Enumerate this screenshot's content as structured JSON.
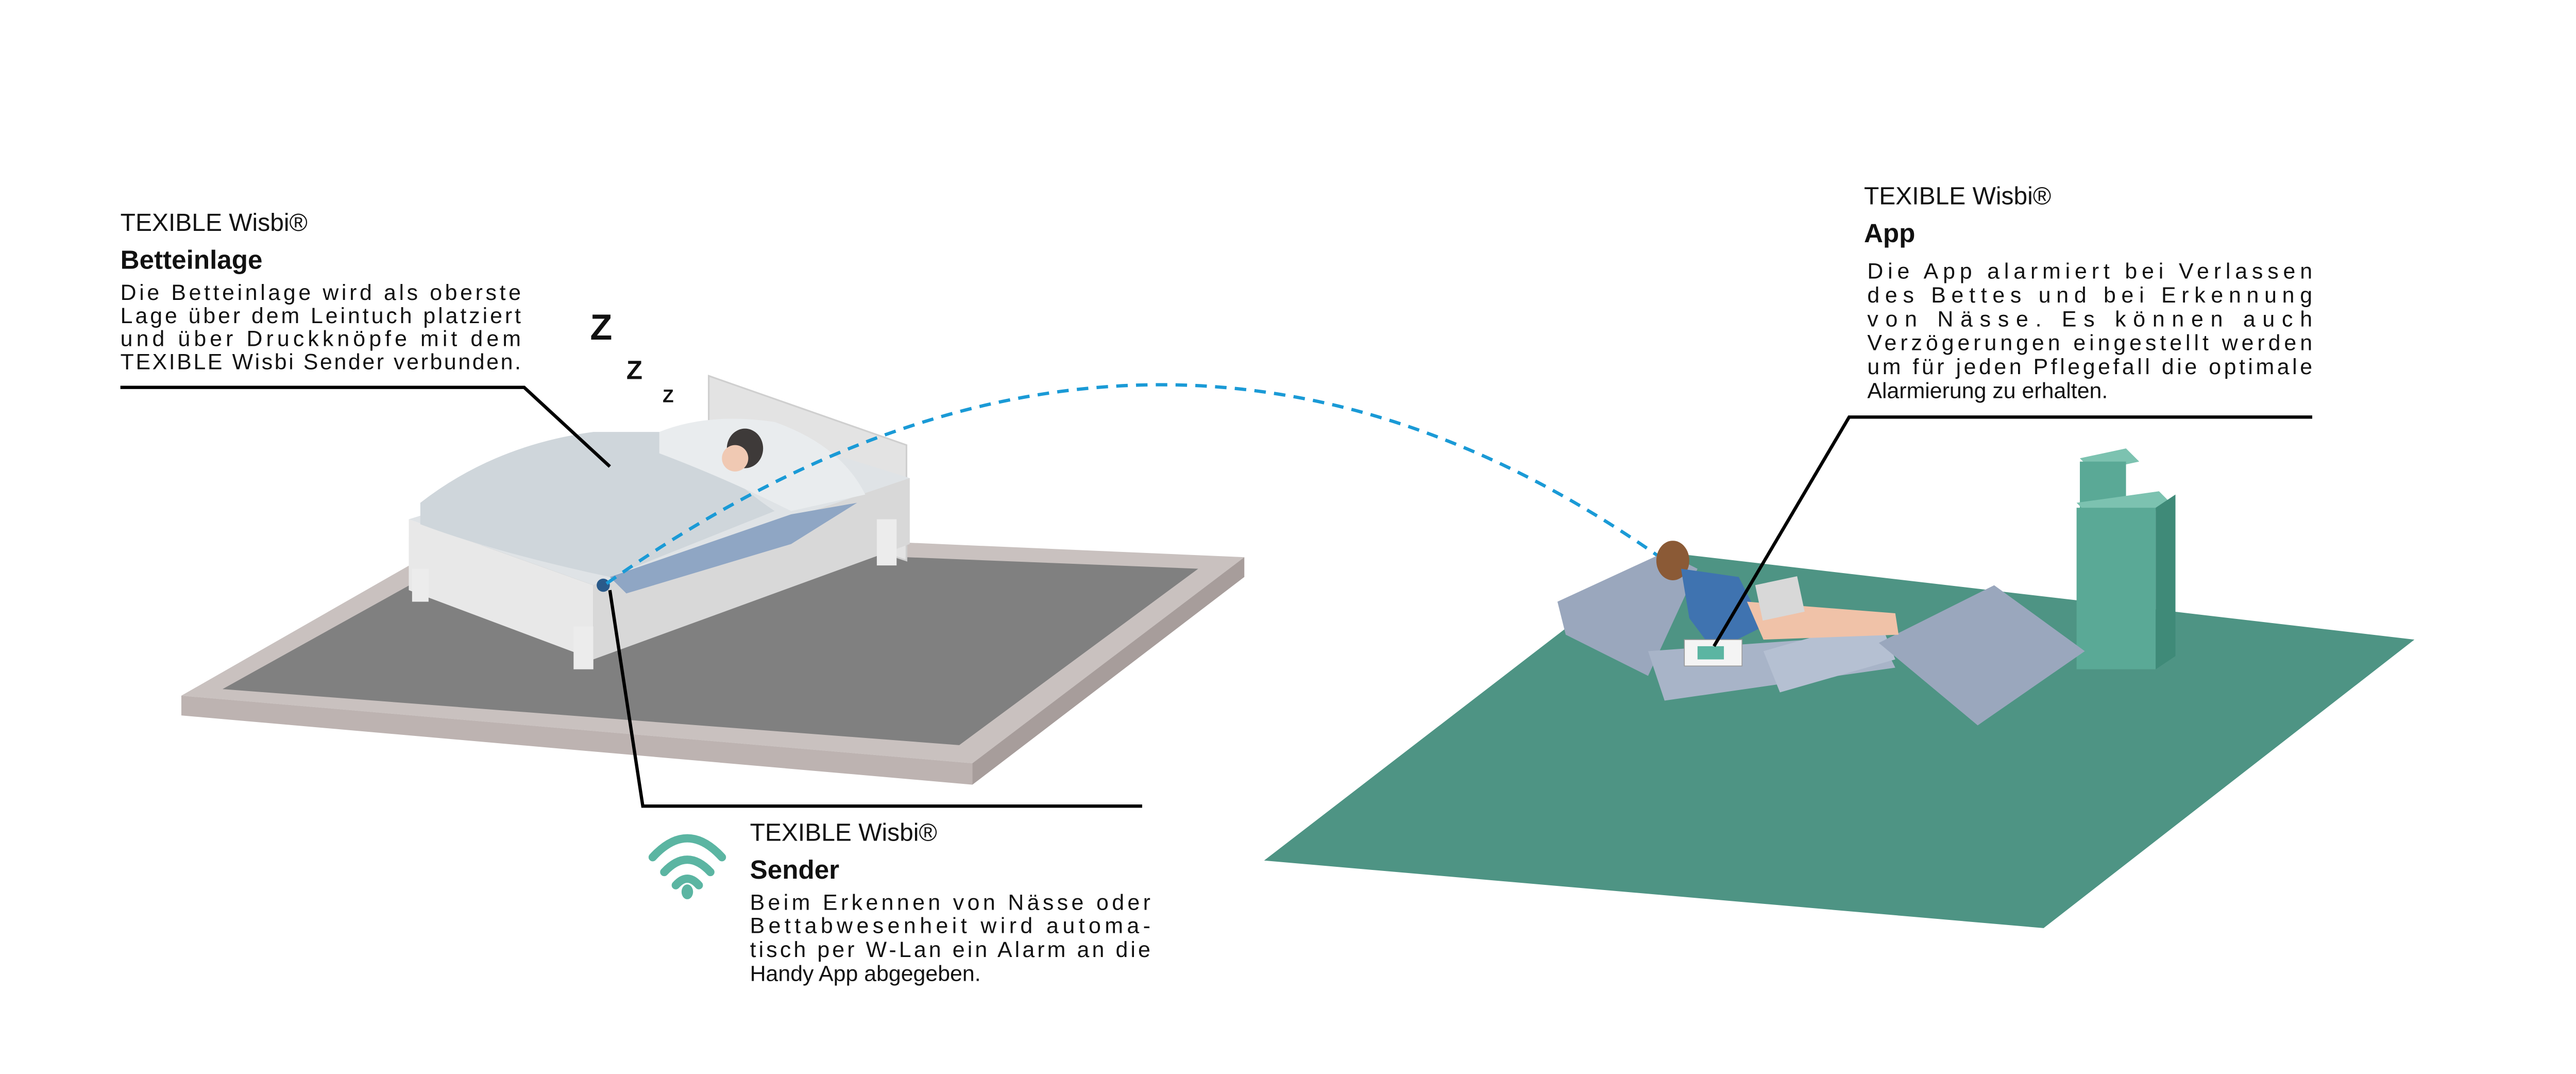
{
  "colors": {
    "accent_teal": "#5bb5a2",
    "floor_green": "#4e9484",
    "signal_blue": "#1a9ad6",
    "bed_floor": "#808080",
    "bed_floor_rim": "#c9c1bf"
  },
  "betteinlage": {
    "brand": "TEXIBLE Wisbi®",
    "title": "Betteinlage",
    "lines": [
      "Die Betteinlage wird als oberste",
      "Lage über dem Leintuch platziert",
      "und über Druckknöpfe mit dem",
      "TEXIBLE Wisbi Sender verbunden."
    ]
  },
  "app": {
    "brand": "TEXIBLE Wisbi®",
    "title": "App",
    "lines": [
      "Die App alarmiert bei Verlassen",
      "des Bettes und bei Erkennung",
      "von Nässe. Es können auch",
      "Verzögerungen eingestellt werden",
      "um für jeden Pflegefall die optimale",
      "Alarmierung zu erhalten."
    ]
  },
  "sender": {
    "brand": "TEXIBLE Wisbi®",
    "title": "Sender",
    "icon": "wifi-icon",
    "lines": [
      "Beim Erkennen von Nässe oder",
      "Bettabwesenheit wird automa-",
      "tisch per W-Lan ein Alarm an die",
      "Handy App abgegeben."
    ]
  },
  "sleep": {
    "z": "Z"
  }
}
